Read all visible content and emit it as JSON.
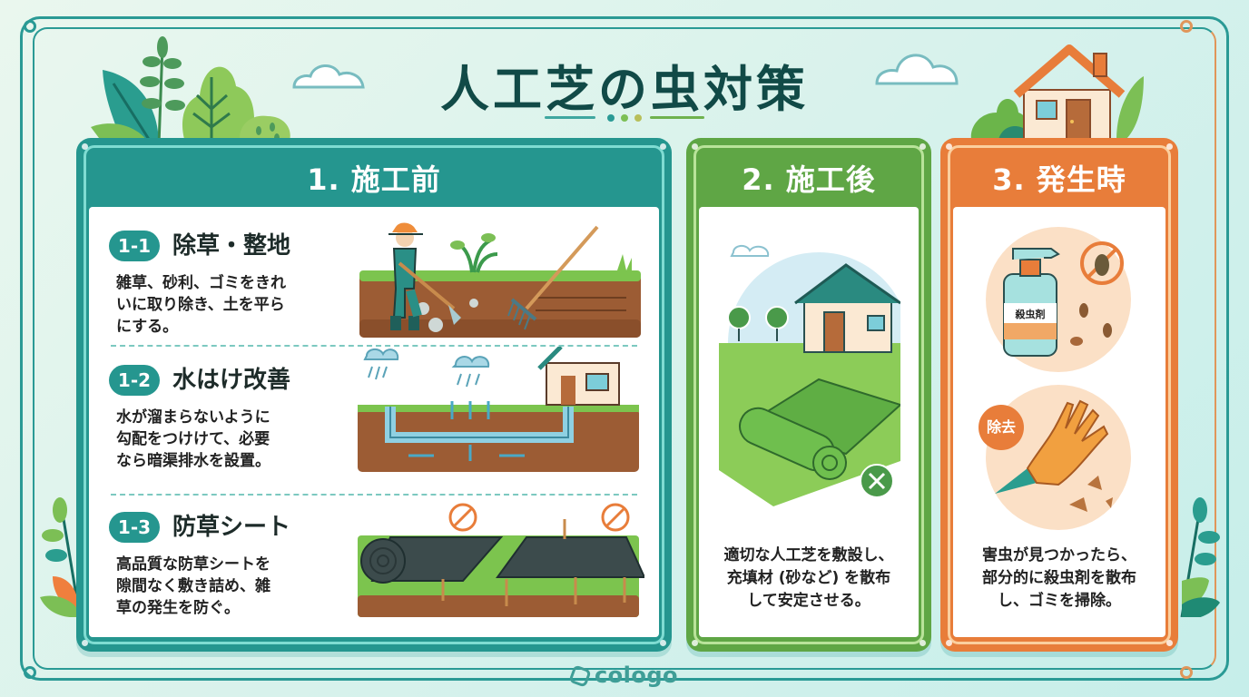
{
  "title": "人工芝の虫対策",
  "colors": {
    "teal": "#25968f",
    "green": "#5fa645",
    "orange": "#e87d3a",
    "title_text": "#114a47",
    "background": "#d8f2ec"
  },
  "sections": [
    {
      "heading": "1. 施工前",
      "items": [
        {
          "badge": "1-1",
          "title": "除草・整地",
          "lines": [
            "雑草、砂利、ゴミをきれ",
            "いに取り除き、土を平ら",
            "にする。"
          ],
          "illustration": "worker-hoeing-soil-illustration"
        },
        {
          "badge": "1-2",
          "title": "水はけ改善",
          "lines": [
            "水が溜まらないように",
            "勾配をつけけて、必要",
            "なら暗渠排水を設置。"
          ],
          "illustration": "drainage-pipe-illustration"
        },
        {
          "badge": "1-3",
          "title": "防草シート",
          "lines": [
            "高品質な防草シートを",
            "隙間なく敷き詰め、雑",
            "草の発生を防ぐ。"
          ],
          "illustration": "weed-sheet-illustration"
        }
      ]
    },
    {
      "heading": "2. 施工後",
      "lines": [
        "適切な人工芝を敷設し、",
        "充填材 (砂など) を散布",
        "して安定させる。"
      ],
      "illustration": "turf-roll-house-illustration"
    },
    {
      "heading": "3. 発生時",
      "spray_label": "殺虫剤",
      "removal_label": "除去",
      "lines": [
        "害虫が見つかったら、",
        "部分的に殺虫剤を散布",
        "し、ゴミを掃除。"
      ],
      "illustration": "insecticide-glove-illustration"
    }
  ],
  "footer": {
    "brand": "cologo"
  }
}
